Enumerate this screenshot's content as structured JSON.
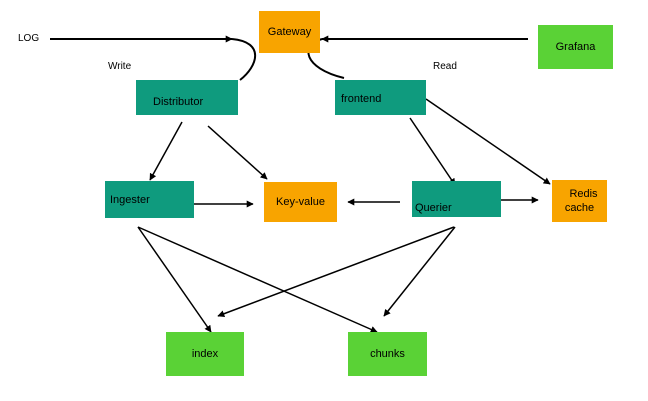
{
  "colors": {
    "teal": "#0f9b7e",
    "orange": "#f8a400",
    "green": "#5ad236",
    "arrow": "#000000"
  },
  "labels": {
    "log": "LOG",
    "write": "Write",
    "read": "Read"
  },
  "nodes": {
    "gateway": "Gateway",
    "grafana": "Grafana",
    "distributor": "Distributor",
    "frontend": "frontend",
    "ingester": "Ingester",
    "keyvalue": "Key-value",
    "querier": "Querier",
    "redis_line1": "Redis",
    "redis_line2": "cache",
    "index": "index",
    "chunks": "chunks"
  }
}
